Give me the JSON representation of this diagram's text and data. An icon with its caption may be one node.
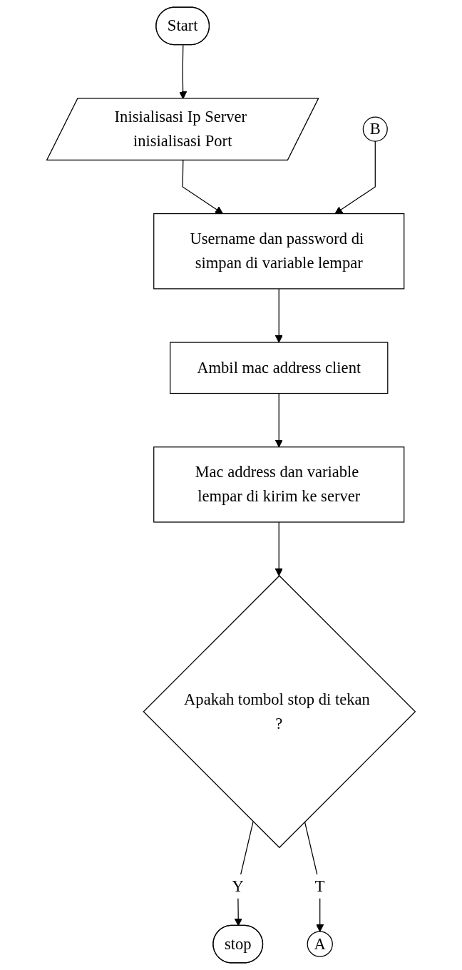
{
  "diagram": {
    "nodes": [
      {
        "text": [
          "Start"
        ]
      },
      {
        "text": [
          "Inisialisasi Ip Server inisialisasi Port"
        ]
      },
      {
        "text": [
          "Username dan password di simpan di variable lempar"
        ]
      },
      {
        "text": [
          "Ambil mac address client"
        ]
      },
      {
        "text": [
          "Mac address dan variable lempar di kirim ke server"
        ]
      },
      {
        "text": [
          "Apakah tombol stop di tekan ?"
        ]
      },
      {
        "text": [
          "stop"
        ]
      },
      {
        "text": [
          "A"
        ]
      },
      {
        "text": [
          "B"
        ]
      }
    ],
    "edges": [
      {
        "from": 0,
        "to": 1,
        "arrow": "to"
      },
      {
        "from": 1,
        "to": 2,
        "arrow": "to"
      },
      {
        "from": 2,
        "to": 3,
        "arrow": "to"
      },
      {
        "from": 3,
        "to": 4,
        "arrow": "to"
      },
      {
        "from": 4,
        "to": 5,
        "arrow": "to"
      },
      {
        "from": 5,
        "to": 6,
        "arrow": "to",
        "label": "Y"
      },
      {
        "from": 5,
        "to": 7,
        "arrow": "to",
        "label": "T"
      },
      {
        "from": 8,
        "to": 2,
        "arrow": "to"
      }
    ]
  }
}
